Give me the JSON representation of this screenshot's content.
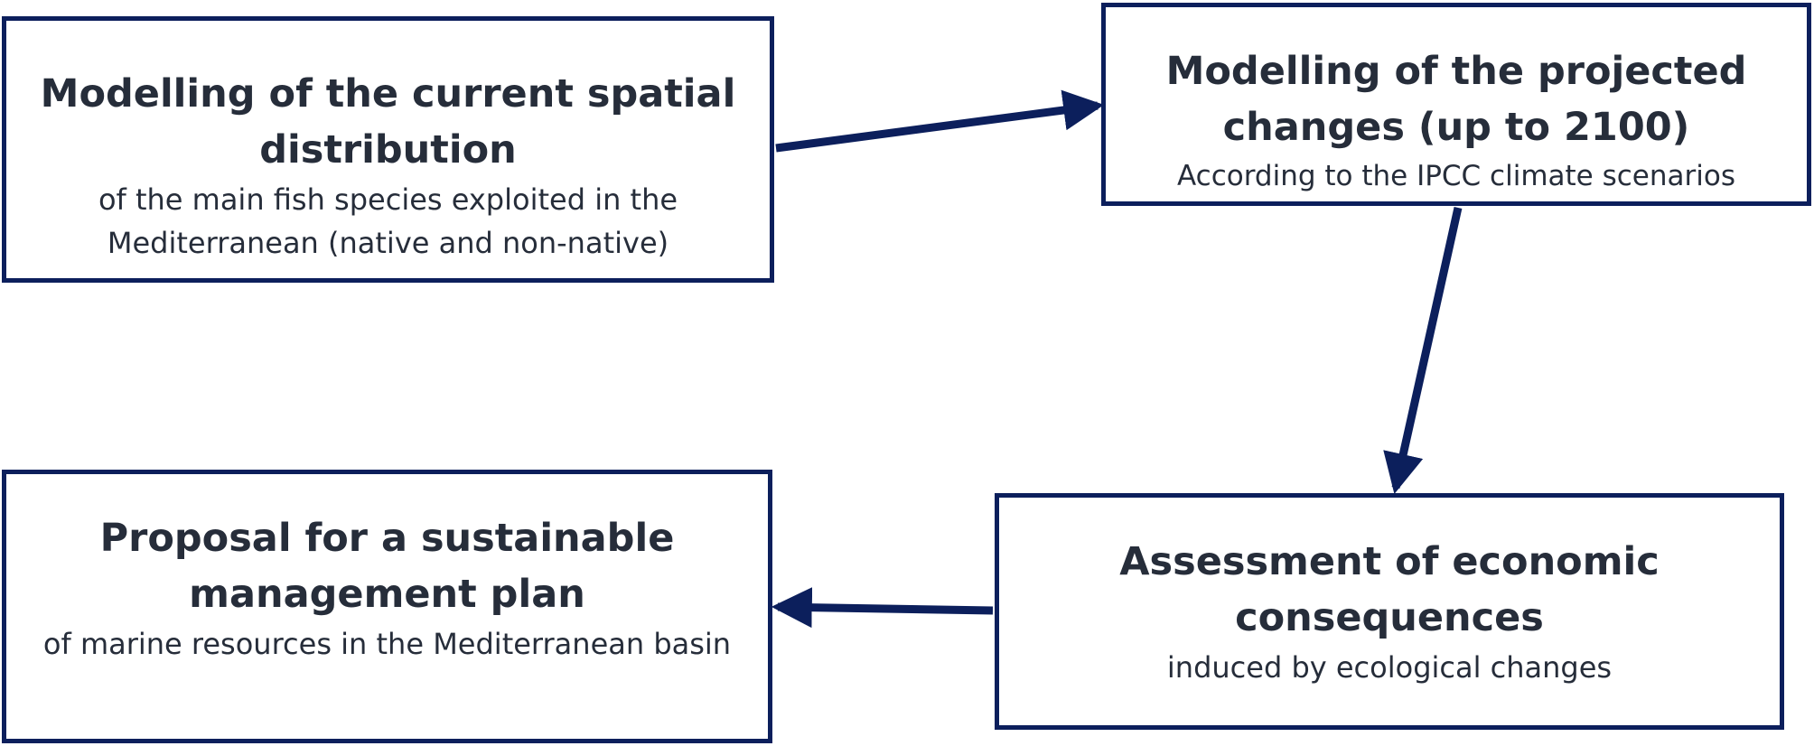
{
  "diagram": {
    "nodes": [
      {
        "id": "current-distribution",
        "title": "Modelling of the current spatial distribution",
        "subtitle": "of the main fish species exploited in the Mediterranean (native and non-native)"
      },
      {
        "id": "projected-changes",
        "title": "Modelling of the projected changes (up to 2100)",
        "subtitle": "According to the IPCC climate scenarios"
      },
      {
        "id": "economic-assessment",
        "title": "Assessment of economic consequences",
        "subtitle": "induced by ecological changes"
      },
      {
        "id": "management-proposal",
        "title": "Proposal for a sustainable management plan",
        "subtitle": "of marine resources in the Mediterranean basin"
      }
    ],
    "edges": [
      {
        "from": "current-distribution",
        "to": "projected-changes"
      },
      {
        "from": "projected-changes",
        "to": "economic-assessment"
      },
      {
        "from": "economic-assessment",
        "to": "management-proposal"
      }
    ],
    "colors": {
      "border": "#0c1f5c",
      "arrow": "#0c1f5c",
      "text": "#262d3a"
    }
  }
}
